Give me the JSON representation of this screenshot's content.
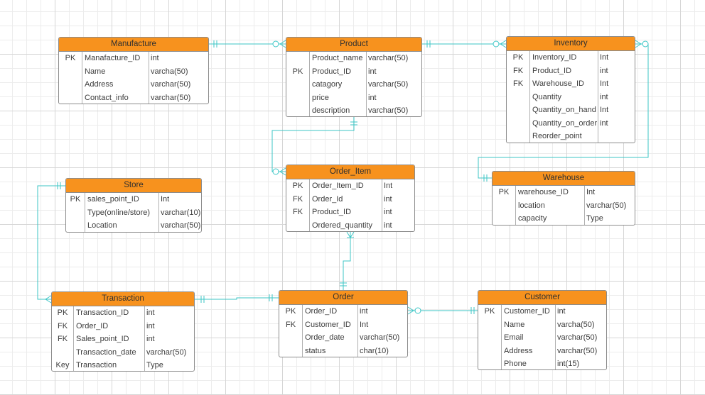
{
  "colors": {
    "header": "#f7921e",
    "connector": "#3cc6c6",
    "border": "#8c8c8c"
  },
  "entities": {
    "manufacture": {
      "title": "Manufacture",
      "rows": [
        {
          "key": "PK",
          "field": "Manafacture_ID",
          "type": "int"
        },
        {
          "key": "",
          "field": "Name",
          "type": "varcha(50)"
        },
        {
          "key": "",
          "field": "Address",
          "type": "varchar(50)"
        },
        {
          "key": "",
          "field": "Contact_info",
          "type": "varchar(50)"
        }
      ]
    },
    "product": {
      "title": "Product",
      "rows": [
        {
          "key": "",
          "field": "Product_name",
          "type": "varchar(50)"
        },
        {
          "key": "PK",
          "field": "Product_ID",
          "type": "int"
        },
        {
          "key": "",
          "field": "catagory",
          "type": "varchar(50)"
        },
        {
          "key": "",
          "field": "price",
          "type": "int"
        },
        {
          "key": "",
          "field": "description",
          "type": "varchar(50)"
        }
      ]
    },
    "inventory": {
      "title": "Inventory",
      "rows": [
        {
          "key": "PK",
          "field": "Inventory_ID",
          "type": "Int"
        },
        {
          "key": "FK",
          "field": "Product_ID",
          "type": "int"
        },
        {
          "key": "FK",
          "field": "Warehouse_ID",
          "type": "Int"
        },
        {
          "key": "",
          "field": "Quantity",
          "type": "int"
        },
        {
          "key": "",
          "field": "Quantity_on_hand",
          "type": "Int"
        },
        {
          "key": "",
          "field": "Quantity_on_order",
          "type": "int"
        },
        {
          "key": "",
          "field": "Reorder_point",
          "type": ""
        }
      ]
    },
    "store": {
      "title": "Store",
      "rows": [
        {
          "key": "PK",
          "field": "sales_point_ID",
          "type": "Int"
        },
        {
          "key": "",
          "field": "Type(online/store)",
          "type": "varchar(10)"
        },
        {
          "key": "",
          "field": "Location",
          "type": "varchar(50)"
        }
      ]
    },
    "order_item": {
      "title": "Order_Item",
      "rows": [
        {
          "key": "PK",
          "field": "Order_Item_ID",
          "type": "Int"
        },
        {
          "key": "FK",
          "field": "Order_Id",
          "type": "int"
        },
        {
          "key": "FK",
          "field": "Product_ID",
          "type": "int"
        },
        {
          "key": "",
          "field": "Ordered_quantity",
          "type": "int"
        }
      ]
    },
    "warehouse": {
      "title": "Warehouse",
      "rows": [
        {
          "key": "PK",
          "field": "warehouse_ID",
          "type": "Int"
        },
        {
          "key": "",
          "field": "location",
          "type": "varchar(50)"
        },
        {
          "key": "",
          "field": "capacity",
          "type": "Type"
        }
      ]
    },
    "transaction": {
      "title": "Transaction",
      "rows": [
        {
          "key": "PK",
          "field": "Transaction_ID",
          "type": "int"
        },
        {
          "key": "FK",
          "field": "Order_ID",
          "type": "int"
        },
        {
          "key": "FK",
          "field": "Sales_point_ID",
          "type": "int"
        },
        {
          "key": "",
          "field": "Transaction_date",
          "type": "varchar(50)"
        },
        {
          "key": "Key",
          "field": "Transaction",
          "type": "Type"
        }
      ]
    },
    "order": {
      "title": "Order",
      "rows": [
        {
          "key": "PK",
          "field": "Order_ID",
          "type": "int"
        },
        {
          "key": "FK",
          "field": "Customer_ID",
          "type": "Int"
        },
        {
          "key": "",
          "field": "Order_date",
          "type": "varchar(50)"
        },
        {
          "key": "",
          "field": "status",
          "type": "char(10)"
        }
      ]
    },
    "customer": {
      "title": "Customer",
      "rows": [
        {
          "key": "PK",
          "field": "Customer_ID",
          "type": "int"
        },
        {
          "key": "",
          "field": "Name",
          "type": "varcha(50)"
        },
        {
          "key": "",
          "field": "Email",
          "type": "varchar(50)"
        },
        {
          "key": "",
          "field": "Address",
          "type": "varchar(50)"
        },
        {
          "key": "",
          "field": "Phone",
          "type": "int(15)"
        }
      ]
    }
  },
  "relationships": [
    {
      "from": "manufacture",
      "to": "product",
      "from_end": "one",
      "to_end": "zero-or-many"
    },
    {
      "from": "product",
      "to": "inventory",
      "from_end": "one",
      "to_end": "zero-or-many"
    },
    {
      "from": "product",
      "to": "order_item",
      "from_end": "one",
      "to_end": "zero-or-many"
    },
    {
      "from": "inventory",
      "to": "warehouse",
      "from_end": "zero-or-many",
      "to_end": "one"
    },
    {
      "from": "order_item",
      "to": "order",
      "from_end": "many",
      "to_end": "one"
    },
    {
      "from": "store",
      "to": "transaction",
      "from_end": "one",
      "to_end": "many"
    },
    {
      "from": "order",
      "to": "transaction",
      "from_end": "one",
      "to_end": "one"
    },
    {
      "from": "order",
      "to": "customer",
      "from_end": "zero-or-many",
      "to_end": "one"
    }
  ]
}
